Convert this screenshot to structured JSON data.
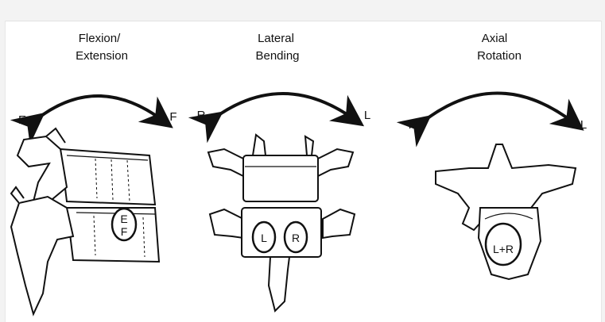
{
  "panels": [
    {
      "title_line1": "Flexion/",
      "title_line2": "Extension",
      "left_dir": "E",
      "right_dir": "F",
      "segment_top": "E",
      "segment_bottom": "F"
    },
    {
      "title_line1": "Lateral",
      "title_line2": "Bending",
      "left_dir": "R",
      "right_dir": "L",
      "segment_left": "L",
      "segment_right": "R"
    },
    {
      "title_line1": "Axial",
      "title_line2": "Rotation",
      "left_dir": "R",
      "right_dir": "L",
      "segment_center": "L+R"
    }
  ]
}
